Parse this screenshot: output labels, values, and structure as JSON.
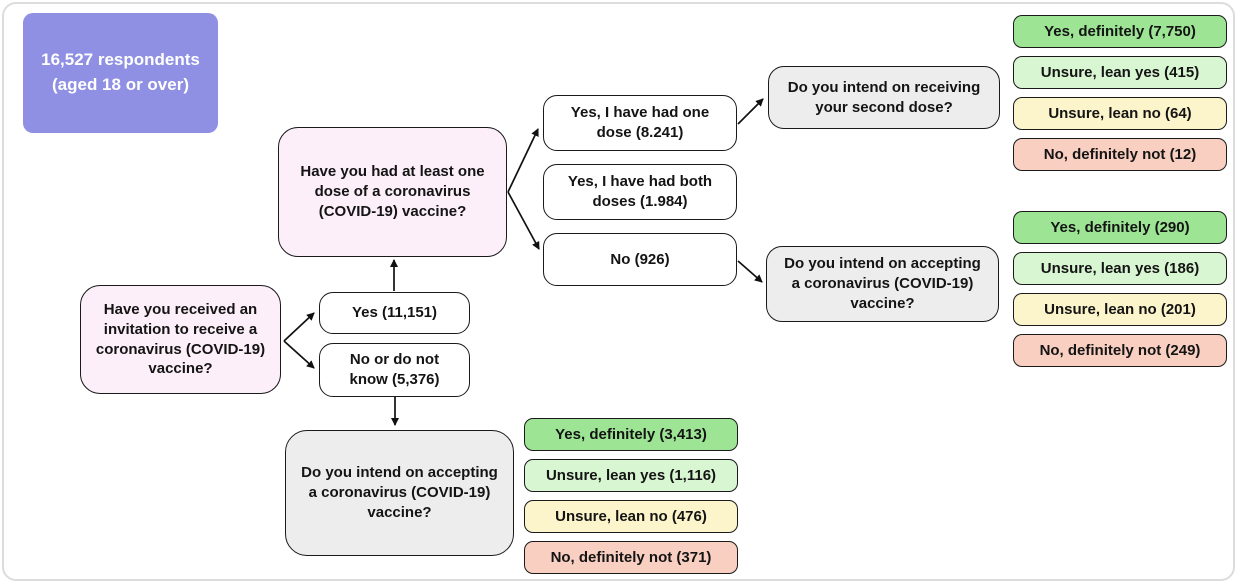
{
  "root": {
    "label": "16,527 respondents (aged 18 or over)"
  },
  "questions": {
    "invitation": {
      "label": "Have you received an invitation to receive a coronavirus (COVID-19) vaccine?"
    },
    "dose": {
      "label": "Have you had at least one dose of a coronavirus (COVID-19) vaccine?"
    },
    "second_dose": {
      "label": "Do you intend on receiving your second dose?"
    },
    "accept_after_no_dose": {
      "label": "Do you intend on accepting a coronavirus (COVID-19) vaccine?"
    },
    "accept_no_invite": {
      "label": "Do you intend on accepting a coronavirus (COVID-19) vaccine?"
    }
  },
  "answers": {
    "invitation_yes": {
      "label": "Yes (11,151)"
    },
    "invitation_no": {
      "label": "No or do not know (5,376)"
    },
    "dose_one": {
      "label": "Yes, I have had one dose (8.241)"
    },
    "dose_both": {
      "label": "Yes, I have had both doses (1.984)"
    },
    "dose_no": {
      "label": "No (926)"
    }
  },
  "outcomes": {
    "second_dose": [
      {
        "label": "Yes, definitely (7,750)",
        "tone": "green"
      },
      {
        "label": "Unsure, lean yes (415)",
        "tone": "light-green"
      },
      {
        "label": "Unsure, lean no (64)",
        "tone": "yellow"
      },
      {
        "label": "No, definitely not (12)",
        "tone": "salmon"
      }
    ],
    "accept_after_no_dose": [
      {
        "label": "Yes, definitely (290)",
        "tone": "green"
      },
      {
        "label": "Unsure, lean yes (186)",
        "tone": "light-green"
      },
      {
        "label": "Unsure, lean no (201)",
        "tone": "yellow"
      },
      {
        "label": "No, definitely not (249)",
        "tone": "salmon"
      }
    ],
    "accept_no_invite": [
      {
        "label": "Yes, definitely (3,413)",
        "tone": "green"
      },
      {
        "label": "Unsure, lean yes (1,116)",
        "tone": "light-green"
      },
      {
        "label": "Unsure, lean no (476)",
        "tone": "yellow"
      },
      {
        "label": "No, definitely not (371)",
        "tone": "salmon"
      }
    ]
  },
  "colors": {
    "root_fill": "#8f8fe3",
    "question_pink": "#fceff9",
    "question_gray": "#ededed",
    "answer_white": "#ffffff",
    "outcome_green": "#9de595",
    "outcome_light_green": "#d9f6d2",
    "outcome_yellow": "#fcf4cb",
    "outcome_salmon": "#f8cfc1",
    "line": "#111111",
    "frame_border": "#dcdcdc"
  }
}
